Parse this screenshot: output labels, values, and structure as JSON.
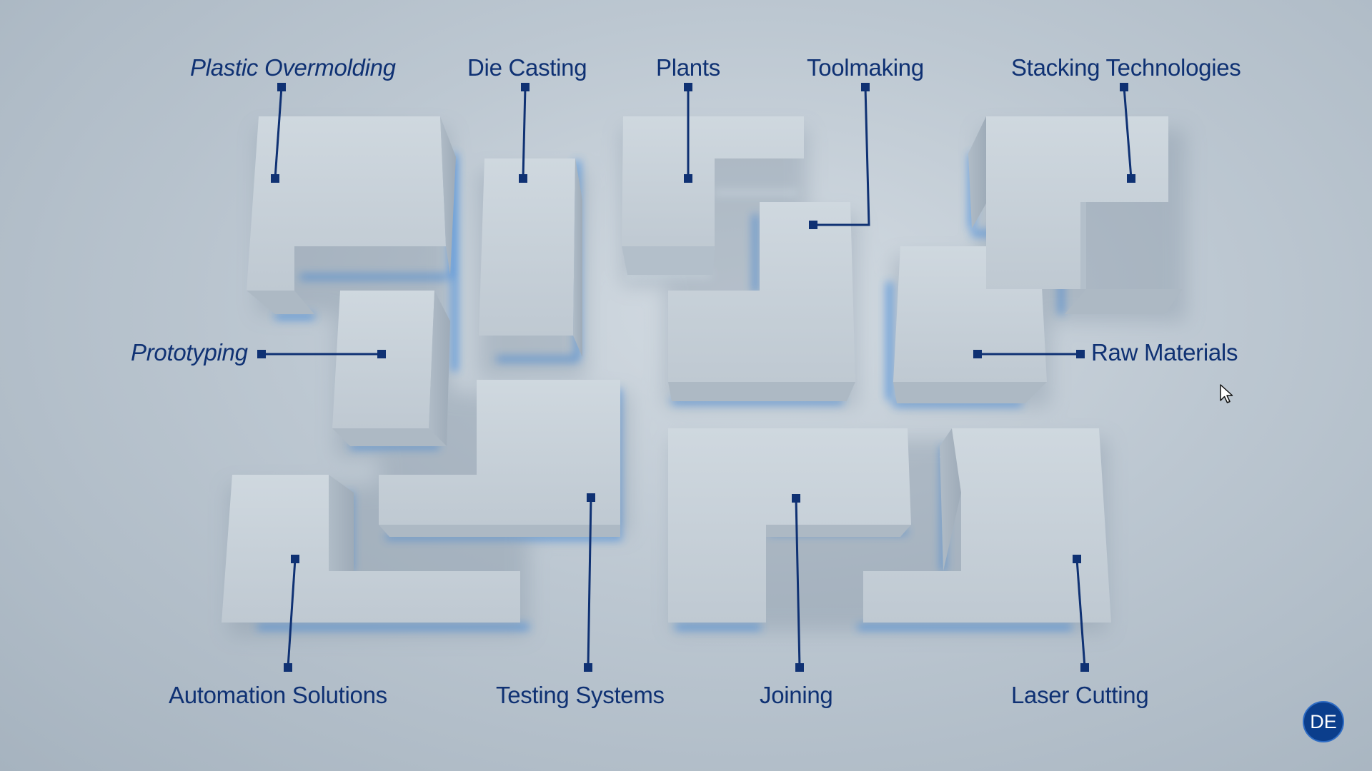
{
  "labels": {
    "plastic_overmolding": "Plastic Overmolding",
    "die_casting": "Die Casting",
    "plants": "Plants",
    "toolmaking": "Toolmaking",
    "stacking_technologies": "Stacking Technologies",
    "prototyping": "Prototyping",
    "raw_materials": "Raw Materials",
    "automation_solutions": "Automation Solutions",
    "testing_systems": "Testing Systems",
    "joining": "Joining",
    "laser_cutting": "Laser Cutting"
  },
  "language_button": "DE",
  "colors": {
    "label_text": "#0f3173",
    "leader_line": "#0f3173",
    "glow": "#3f8fe8",
    "block_face": "#c9d2da",
    "language_button_bg": "#0b3e8c"
  },
  "icons": {
    "cursor": "mouse-pointer-icon"
  }
}
